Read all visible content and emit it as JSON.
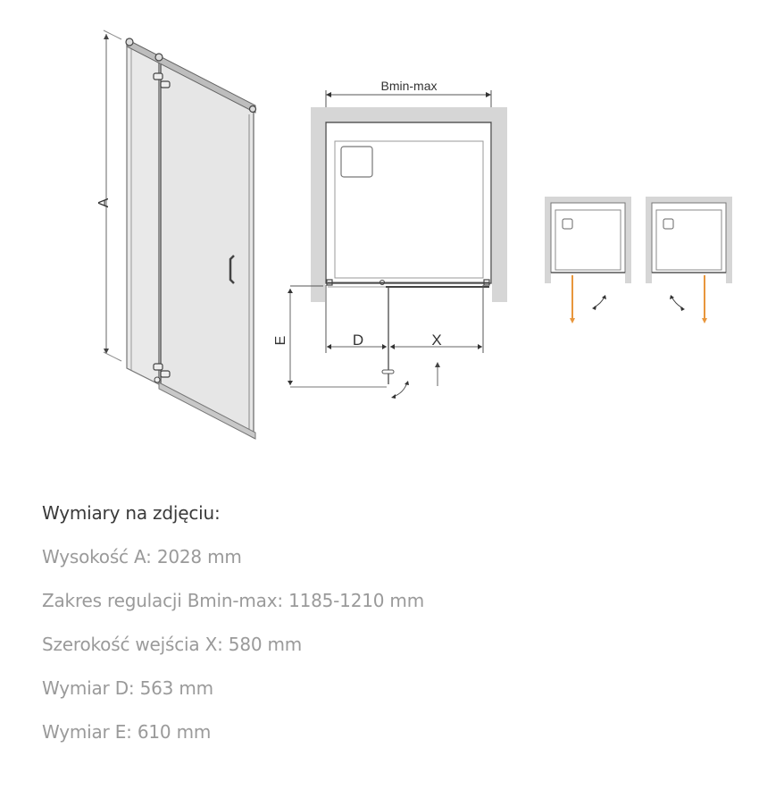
{
  "diagram": {
    "label_A": "A",
    "label_B": "Bmin-max",
    "label_D": "D",
    "label_X": "X",
    "label_E": "E",
    "colors": {
      "wall": "#d6d6d6",
      "line": "#555555",
      "glass": "#e8e8e8",
      "orange_arrow": "#e8963c"
    }
  },
  "specs": {
    "title": "Wymiary na zdjęciu:",
    "items": [
      {
        "text": "Wysokość A: 2028 mm"
      },
      {
        "text": "Zakres regulacji Bmin-max: 1185-1210 mm"
      },
      {
        "text": "Szerokość wejścia X: 580 mm"
      },
      {
        "text": "Wymiar D: 563 mm"
      },
      {
        "text": "Wymiar E: 610 mm"
      }
    ]
  }
}
